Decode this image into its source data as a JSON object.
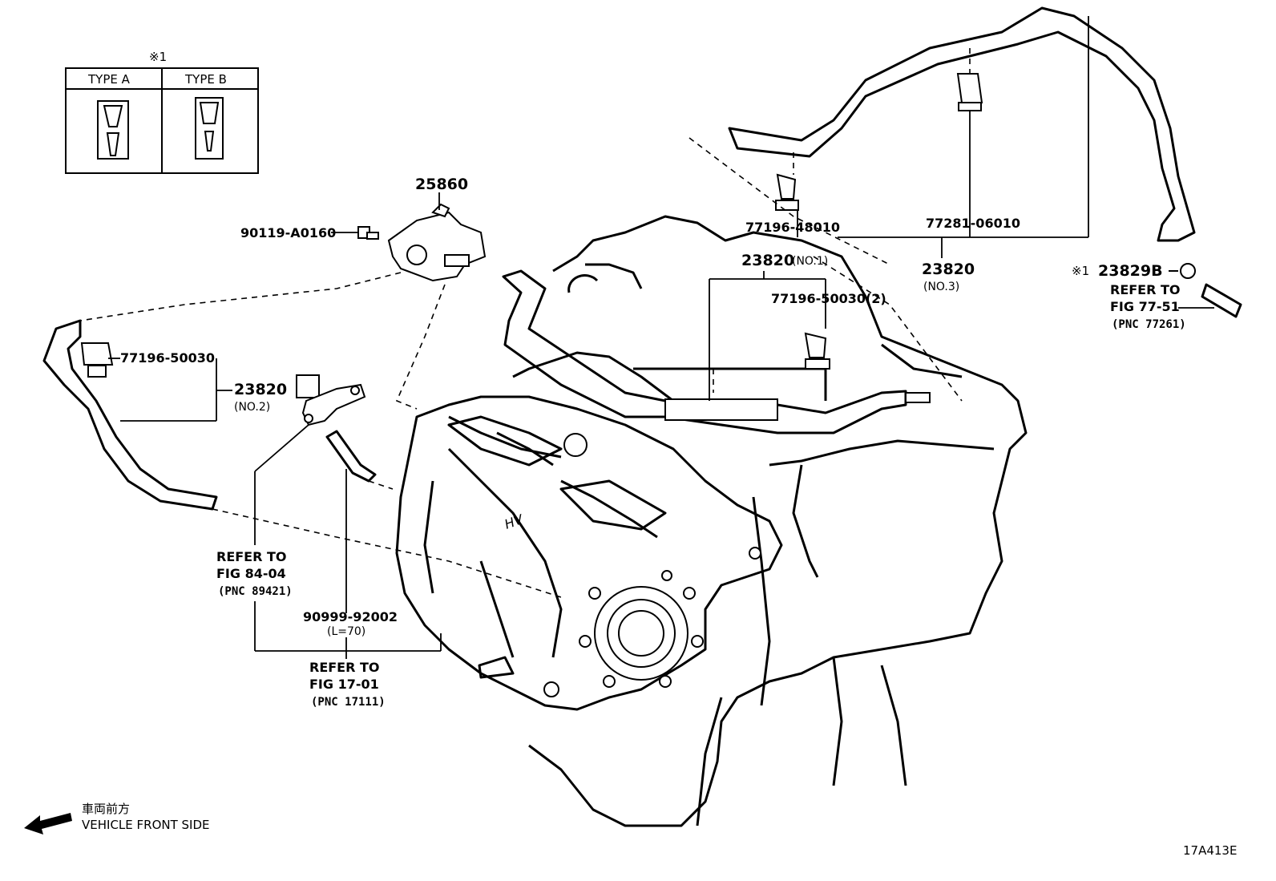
{
  "legend": {
    "note_mark": "※1",
    "type_a": "TYPE A",
    "type_b": "TYPE B"
  },
  "labels": {
    "p25860": "25860",
    "p90119": "90119-A0160",
    "p77196_48010": "77196-48010",
    "p77281_06010": "77281-06010",
    "p23820_no1": "23820",
    "p23820_no1_sub": "(NO.1)",
    "p77196_50030_2": "77196-50030(2)",
    "p23820_no3": "23820",
    "p23820_no3_sub": "(NO.3)",
    "p23829b_mark": "※1",
    "p23829b": "23829B",
    "ref_77_line1": "REFER TO",
    "ref_77_line2": "FIG 77-51",
    "ref_77_line3": "(PNC 77261)",
    "p77196_50030": "77196-50030",
    "p23820_no2": "23820",
    "p23820_no2_sub": "(NO.2)",
    "ref_84_line1": "REFER TO",
    "ref_84_line2": "FIG 84-04",
    "ref_84_line3": "(PNC 89421)",
    "p90999": "90999-92002",
    "p90999_sub": "(L=70)",
    "ref_17_line1": "REFER TO",
    "ref_17_line2": "FIG 17-01",
    "ref_17_line3": "(PNC 17111)"
  },
  "direction": {
    "japanese": "車両前方",
    "english": "VEHICLE FRONT SIDE"
  },
  "figure_code": "17A413E"
}
